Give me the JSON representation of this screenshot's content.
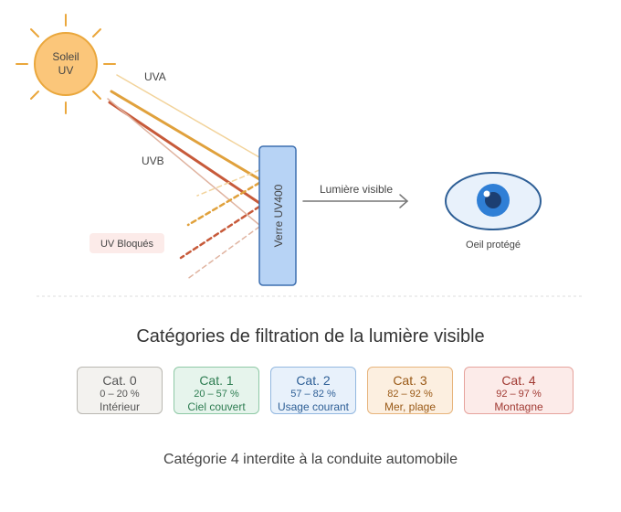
{
  "diagram": {
    "sun": {
      "line1": "Soleil",
      "line2": "UV"
    },
    "rays": {
      "uva": "UVA",
      "uvb": "UVB"
    },
    "blocked_label": "UV Bloqués",
    "glass_label": "Verre UV400",
    "visible_light_label": "Lumière visible",
    "eye_label": "Oeil protégé"
  },
  "categories_section": {
    "title": "Catégories de filtration de la lumière visible",
    "items": [
      {
        "name": "Cat. 0",
        "range": "0 – 20 %",
        "use": "Intérieur",
        "bg": "#f3f2ef",
        "border": "#b9b7b1",
        "color": "#555555"
      },
      {
        "name": "Cat. 1",
        "range": "20 – 57 %",
        "use": "Ciel couvert",
        "bg": "#e6f4ec",
        "border": "#8fc9a6",
        "color": "#2e7d52"
      },
      {
        "name": "Cat. 2",
        "range": "57 – 82 %",
        "use": "Usage courant",
        "bg": "#e8f1fb",
        "border": "#93b8e0",
        "color": "#2e5f96"
      },
      {
        "name": "Cat. 3",
        "range": "82 – 92 %",
        "use": "Mer, plage",
        "bg": "#fcefe0",
        "border": "#e7b47c",
        "color": "#9a5a17"
      },
      {
        "name": "Cat. 4",
        "range": "92 – 97 %",
        "use": "Montagne",
        "bg": "#fcebe9",
        "border": "#e6a39d",
        "color": "#a13a33"
      }
    ],
    "note": "Catégorie 4 interdite à la conduite automobile"
  },
  "colors": {
    "sun_fill": "#fbc67a",
    "sun_stroke": "#eaa73c",
    "glass_fill": "#b7d3f5",
    "glass_stroke": "#3d6fb0",
    "uva_ray": "#f2d39b",
    "uvb_ray": "#e0a13c",
    "uvc_ray": "#c75a3a",
    "eye_iris": "#2f7fd6"
  }
}
